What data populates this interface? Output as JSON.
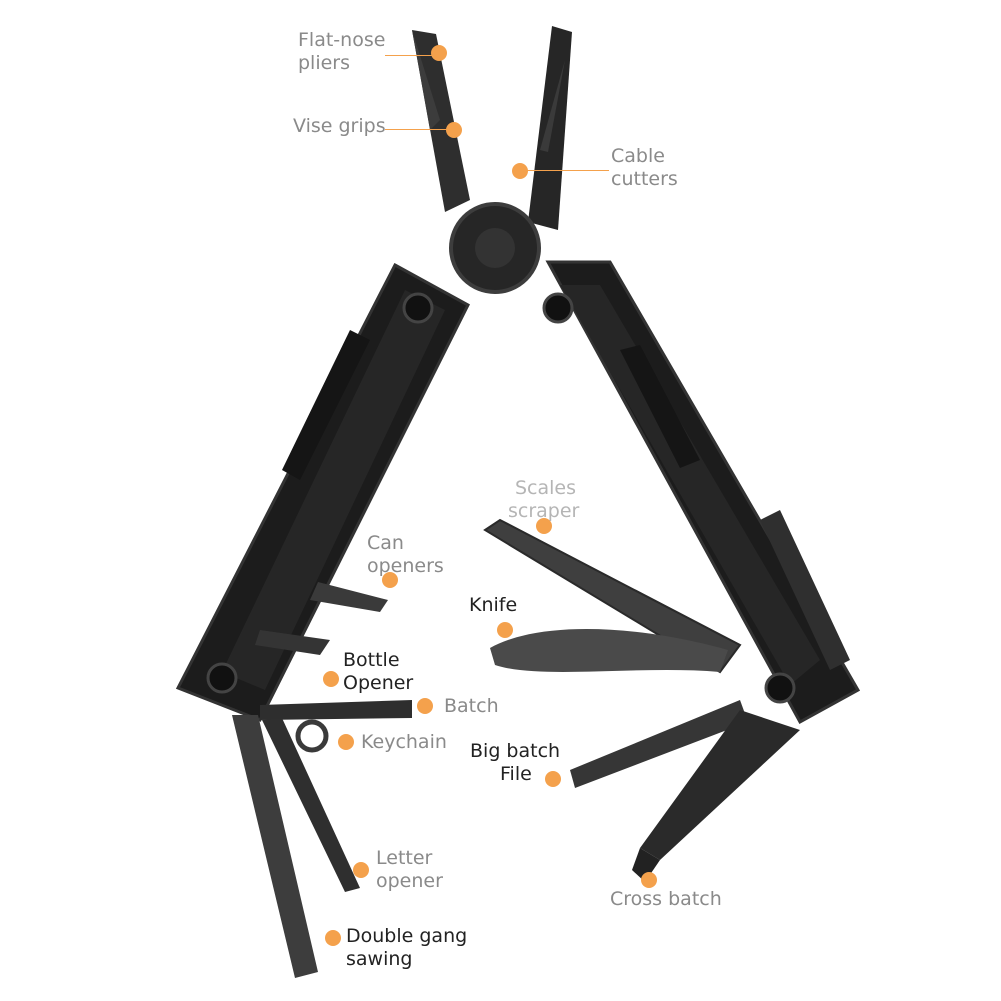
{
  "colors": {
    "background": "#ffffff",
    "marker": "#F4A14C",
    "label_gray": "#8a8a8a",
    "label_light": "#b5b5b5",
    "label_dark": "#222222",
    "tool_body": "#1c1c1c",
    "tool_edge": "#3a3a3a",
    "tool_blade": "#4a4a4a"
  },
  "image": {
    "subject": "multi-tool-pliers-icon"
  },
  "labels": {
    "flat_nose_pliers": {
      "line1": "Flat-nose",
      "line2": "pliers"
    },
    "vise_grips": {
      "line1": "Vise grips"
    },
    "cable_cutters": {
      "line1": "Cable",
      "line2": "cutters"
    },
    "scales_scraper": {
      "line1": "Scales",
      "line2": "scraper"
    },
    "can_openers": {
      "line1": "Can",
      "line2": "openers"
    },
    "knife": {
      "line1": "Knife"
    },
    "bottle_opener": {
      "line1": "Bottle",
      "line2": "Opener"
    },
    "batch": {
      "line1": "Batch"
    },
    "keychain": {
      "line1": "Keychain"
    },
    "big_batch_file": {
      "line1": "Big batch",
      "line2": "File"
    },
    "letter_opener": {
      "line1": "Letter",
      "line2": "opener"
    },
    "cross_batch": {
      "line1": "Cross batch"
    },
    "double_gang_sawing": {
      "line1": "Double gang",
      "line2": "sawing"
    }
  }
}
